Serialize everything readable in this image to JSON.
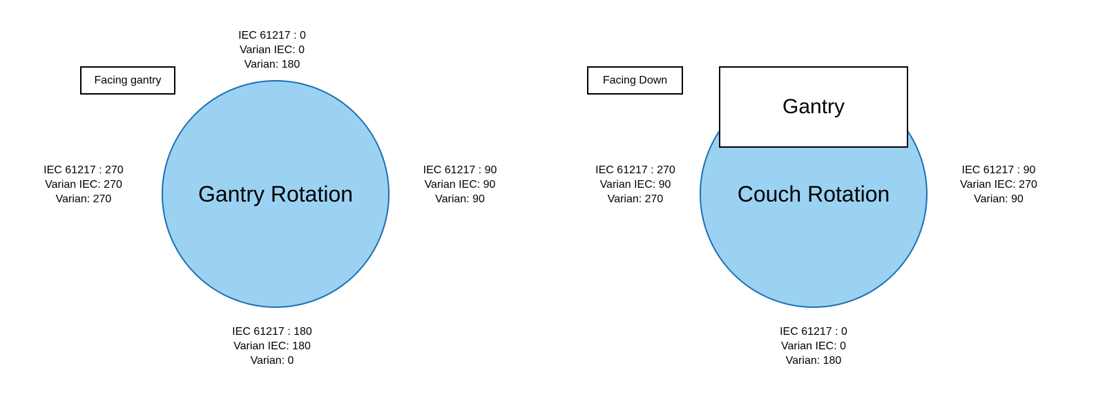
{
  "gantry_diagram": {
    "title": "Gantry Rotation",
    "orientation_label": "Facing gantry",
    "top": [
      "IEC 61217 : 0",
      "Varian IEC: 0",
      "Varian: 180"
    ],
    "left": [
      "IEC 61217 : 270",
      "Varian IEC: 270",
      "Varian: 270"
    ],
    "right": [
      "IEC 61217 : 90",
      "Varian IEC: 90",
      "Varian: 90"
    ],
    "bottom": [
      "IEC 61217 : 180",
      "Varian IEC: 180",
      "Varian: 0"
    ]
  },
  "couch_diagram": {
    "title": "Couch Rotation",
    "orientation_label": "Facing Down",
    "gantry_box": "Gantry",
    "left": [
      "IEC 61217 : 270",
      "Varian IEC: 90",
      "Varian: 270"
    ],
    "right": [
      "IEC 61217 : 90",
      "Varian IEC: 270",
      "Varian: 90"
    ],
    "bottom": [
      "IEC 61217 : 0",
      "Varian IEC: 0",
      "Varian: 180"
    ]
  },
  "colors": {
    "circle_fill": "#9bd2f2",
    "circle_stroke": "#1a6fb5"
  }
}
